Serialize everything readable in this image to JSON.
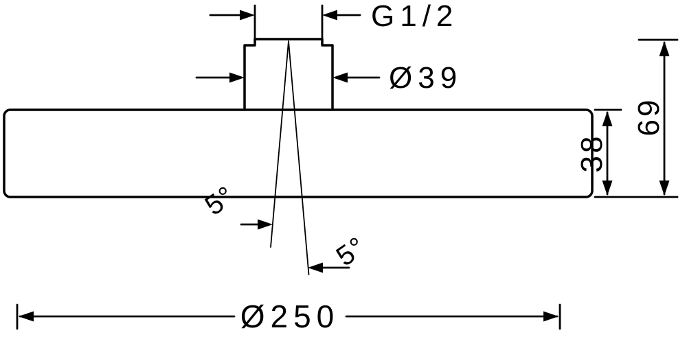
{
  "drawing": {
    "background": "#ffffff",
    "line_color": "#000000",
    "labels": {
      "thread": "G1/2",
      "neck_diameter": "Ø39",
      "body_height": "38",
      "overall_height": "69",
      "spray_angle_left": "5°",
      "spray_angle_right": "5°",
      "overall_diameter": "Ø250"
    }
  }
}
